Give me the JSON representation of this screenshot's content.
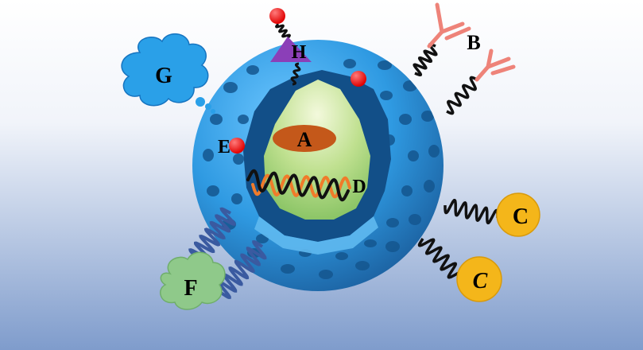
{
  "labels": {
    "A": "A",
    "B": "B",
    "C_upper": "C",
    "C_lower": "C",
    "D": "D",
    "E": "E",
    "F": "F",
    "G": "G",
    "H": "H"
  },
  "colors": {
    "background_top": "#ffffff",
    "background_bottom": "#7f9ccc",
    "sphere": "#2f9ae2",
    "sphere_dark": "#1b5f9e",
    "core": "#a9d77a",
    "core_light": "#eef6d6",
    "ellipse_A": "#c4581a",
    "cloud_G": "#2aa0e8",
    "cloud_F": "#8fc98a",
    "circle_C": "#f4b61a",
    "dot_E": "#ff0000",
    "triangle_H": "#8b3fb8",
    "antibody_B": "#ee8379",
    "spring_dark": "#111111",
    "spring_orange": "#f07b2a",
    "spring_blue": "#3a5aa0"
  }
}
